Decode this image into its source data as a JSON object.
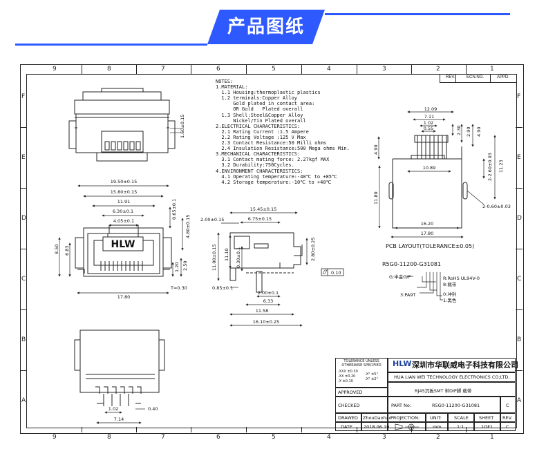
{
  "banner": {
    "title": "产品图纸"
  },
  "grid": {
    "cols": [
      "9",
      "8",
      "7",
      "6",
      "5",
      "4",
      "3",
      "2",
      "1"
    ],
    "rows": [
      "F",
      "E",
      "D",
      "C",
      "B",
      "A"
    ]
  },
  "revision": {
    "rev": "REV.",
    "ecn": "ECN.NO.",
    "appd": "APPD."
  },
  "notes": [
    "NOTES:",
    "1.MATERIAL:",
    "  1.1 Housing:thermoplastic plastics",
    "  1.2 terminals:Copper Alloy",
    "      Gold plated in contact area:",
    "      OR Gold   Plated overall",
    "  1.3 Shell:Steel&Copper Alloy",
    "      Nickel/Tin Plated overall",
    "2.ELECTRICAL CHARACTERISTICS:",
    "  2.1 Rating Current :1.5 Ampere",
    "  2.2 Rating Voltage :125 V Max",
    "  2.3 Contact Resistance:50 Milli ohms",
    "  2.4 Insulation Resistance:500 Mega ohms Min.",
    "3.MECHANICAL CHARACTERISTICS:",
    "  3.1 Contact mating force: 2.27kgf MAX",
    "  3.2 Durability:750Cycles.",
    "4.ENVIRONMENT CHARACTERISTICS:",
    "  4.1 Operating temperature:-40℃ to +85℃",
    "  4.2 Storage temperature:-10℃ to +40℃"
  ],
  "dims": {
    "top_side": "1.60±0.15",
    "front_w1": "19.50±0.15",
    "front_w2": "15.80±0.15",
    "front_w3": "11.91",
    "front_w4": "6.30±0.1",
    "front_w5": "4.05±0.1",
    "front_h1": "0.65±0.1",
    "front_h2": "4.80±0.15",
    "front_h3": "8.50",
    "front_h4": "6.83",
    "front_h5": "1.20",
    "front_h6": "2.50",
    "front_t": "T=0.30",
    "front_bottom": "17.80",
    "side_w1": "15.45±0.15",
    "side_w2": "6.75±0.15",
    "side_w3": "2.00±0.15",
    "side_h1": "11.00±0.15",
    "side_h2": "11.10",
    "side_h3": "0.30±0.1",
    "side_h4": "2.80±0.25",
    "side_b1": "0.85±0.1",
    "side_b2": "2.00±0.1",
    "side_b3": "6.33",
    "side_b4": "11.58",
    "side_b5": "16.10±0.25",
    "flat": "0.10",
    "bot_1": "1.02",
    "bot_2": "0.40",
    "bot_3": "7.14",
    "pcb_1": "12.09",
    "pcb_2": "7.11",
    "pcb_3": "1.02",
    "pcb_4": "0.55",
    "pcb_5": "10.89",
    "pcb_6": "2.30",
    "pcb_7": "2.90",
    "pcb_8": "4.90",
    "pcb_9": "4.90",
    "pcb_10": "2-2.60±0.03",
    "pcb_11": "11.23",
    "pcb_12": "11.80",
    "pcb_13": "2-0.60±0.03",
    "pcb_14": "16.20",
    "pcb_15": "17.80"
  },
  "pcb_layout": {
    "label": "PCB LAYOUT(TOLERANCE±0.05)"
  },
  "logo": {
    "text": "HLW"
  },
  "part_code": {
    "code": "R5G0-11200-G31081",
    "items": [
      "G:半金G/F",
      "R:RoHS UL94V-0",
      "8:载带",
      "3:PA9T",
      "0:冲封",
      "1:黑色"
    ]
  },
  "titleblock": {
    "tol_title": "TOLERANCE UNLESS OTHERWISE SPECIFIED",
    "tol_1": ".XXX ±0.30",
    "tol_2": ".XX ±0.20",
    "tol_3": ".X ±0.10",
    "tol_4": ".X° ±5°",
    "tol_5": ".X° ±2°",
    "company_cn": "深圳市华联威电子科技有限公司",
    "company_en": "HUA LIAN WEI TECHNOLOGY ELECTRONICS CO;LTD.",
    "approved": "APPROVED",
    "title": "RJ45沉板SMT 带DIP脚 载带",
    "checked": "CHECKED",
    "part_no_label": "PART No:",
    "part_no": "R5G0-11200-G31081",
    "part_rev": "C",
    "drawed": "DRAWED",
    "drawer": "ZhouDaohao",
    "projection": "PROJECTION:",
    "unit_label": "UNIT:",
    "scale_label": "SCALE",
    "sheet_label": "SHEET",
    "rev_label": "REV.",
    "date_label": "DATE",
    "date": "2018.06.19",
    "unit": "mm",
    "scale": "1:1",
    "sheet": "1OF1",
    "rev": "C"
  },
  "colors": {
    "accent": "#2d59ff",
    "banner": "#2d59ff"
  }
}
